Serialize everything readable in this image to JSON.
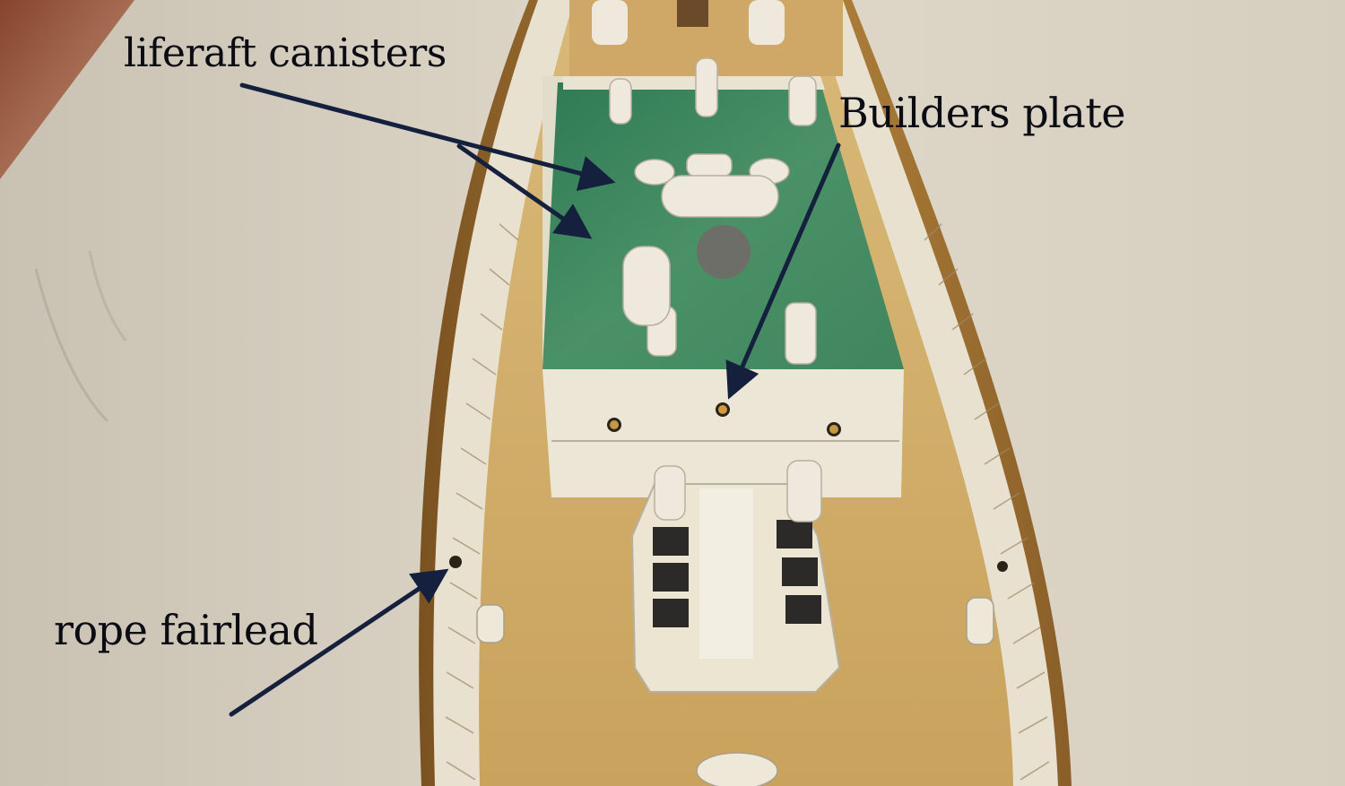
{
  "photo": {
    "subject": "ship-model-deck",
    "colors": {
      "background_paper": "#d8d1c2",
      "deck_wood": "#d2b06a",
      "hull_rail": "#a97a35",
      "cabin_roof_green": "#3f8a5e",
      "cabin_white": "#ebe6d6",
      "arrow": "#14203d"
    }
  },
  "annotations": {
    "liferaft": {
      "text": "liferaft canisters"
    },
    "builders": {
      "text": "Builders plate"
    },
    "rope": {
      "text": "rope fairlead"
    }
  }
}
